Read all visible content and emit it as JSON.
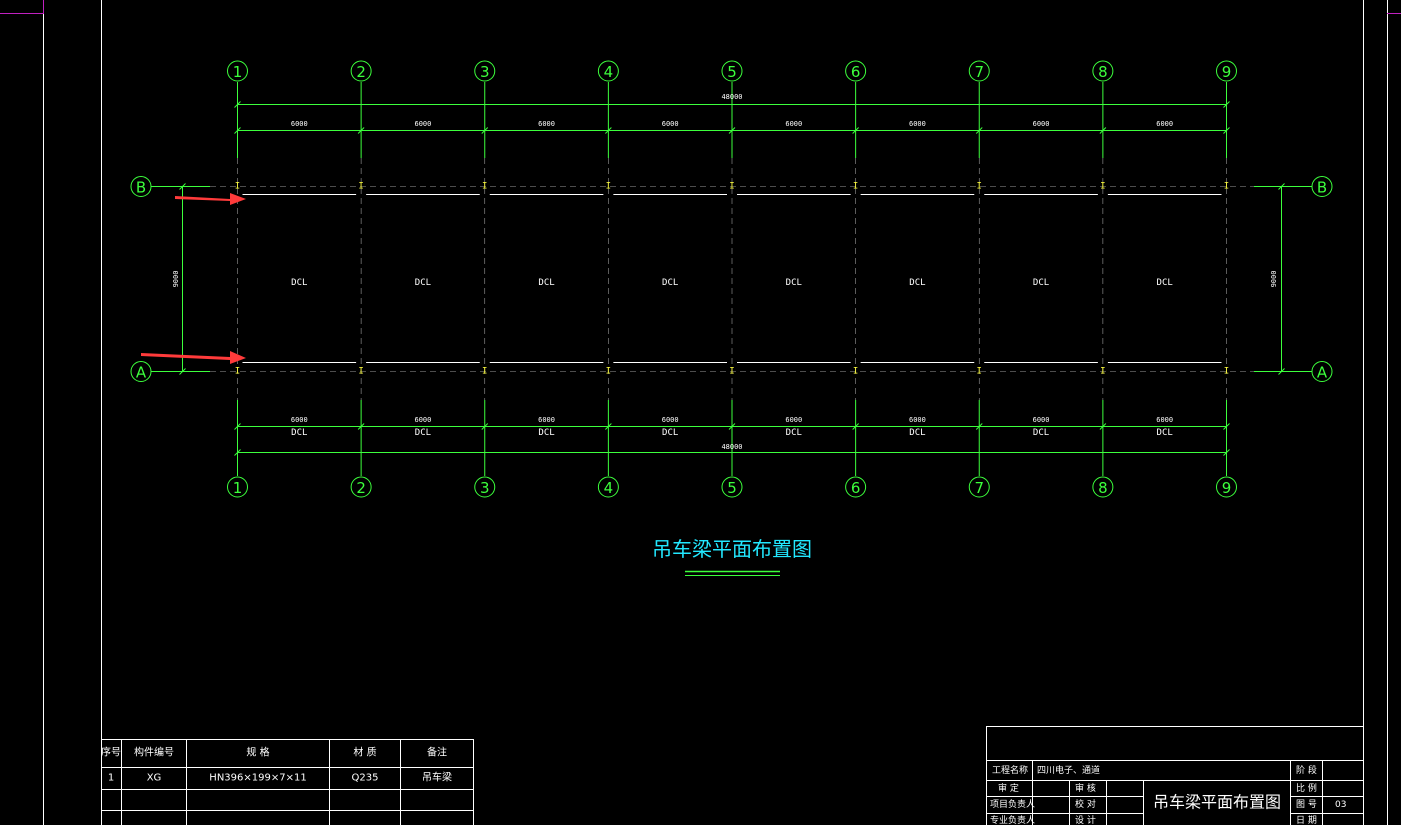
{
  "drawing_title": "吊车梁平面布置图",
  "grid_columns": [
    "1",
    "2",
    "3",
    "4",
    "5",
    "6",
    "7",
    "8",
    "9"
  ],
  "grid_rows": [
    "B",
    "A"
  ],
  "dimensions": {
    "bay_span": "6000",
    "total_length": "48000",
    "row_span": "9000"
  },
  "beam_label": "DCL",
  "column_mark": "I",
  "colors": {
    "grid": "#3cff3c",
    "frame": "#ffffff",
    "title": "#22e8ff",
    "column_mark": "#ffff40",
    "arrow": "#ff3b3b",
    "corner_mark": "#c020c0"
  },
  "parts_table": {
    "headers": [
      "序号",
      "构件编号",
      "规 格",
      "材 质",
      "备注"
    ],
    "rows": [
      [
        "1",
        "XG",
        "HN396×199×7×11",
        "Q235",
        "吊车梁"
      ]
    ]
  },
  "title_block": {
    "project_name_label": "工程名称",
    "project_name_value": "四川电子、通道",
    "approve_label": "审 定",
    "review_label": "审 核",
    "project_lead_label": "项目负责人",
    "check_label": "校 对",
    "discipline_lead_label": "专业负责人",
    "design_label": "设 计",
    "drawing_name": "吊车梁平面布置图",
    "stage_label": "阶 段",
    "scale_label": "比 例",
    "sheet_label": "图 号",
    "sheet_value": "03",
    "date_label": "日 期"
  }
}
